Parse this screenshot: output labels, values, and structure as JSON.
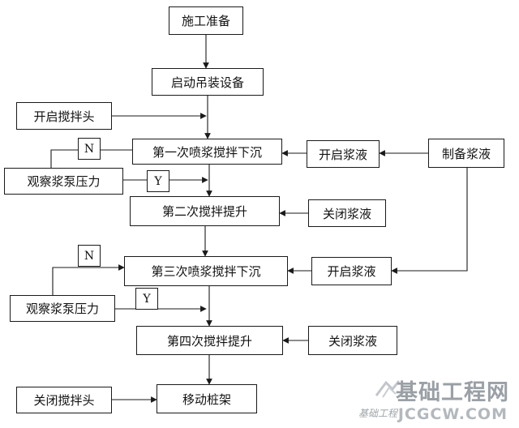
{
  "nodes": {
    "prep": "施工准备",
    "start_lift": "启动吊装设备",
    "open_head": "开启搅拌头",
    "first_spray": "第一次喷浆搅拌下沉",
    "n_tag_1": "N",
    "observe_1": "观察浆泵压力",
    "y_tag_1": "Y",
    "open_slurry_1": "开启浆液",
    "make_slurry": "制备浆液",
    "second_lift": "第二次搅拌提升",
    "close_slurry_1": "关闭浆液",
    "n_tag_2": "N",
    "third_spray": "第三次喷浆搅拌下沉",
    "open_slurry_2": "开启浆液",
    "observe_2": "观察浆泵压力",
    "y_tag_2": "Y",
    "fourth_lift": "第四次搅拌提升",
    "close_slurry_2": "关闭浆液",
    "close_head": "关闭搅拌头",
    "move_frame": "移动桩架"
  },
  "watermark": {
    "cn": "基础工程网",
    "en": "JCGCW.COM",
    "script": "基础工程"
  }
}
